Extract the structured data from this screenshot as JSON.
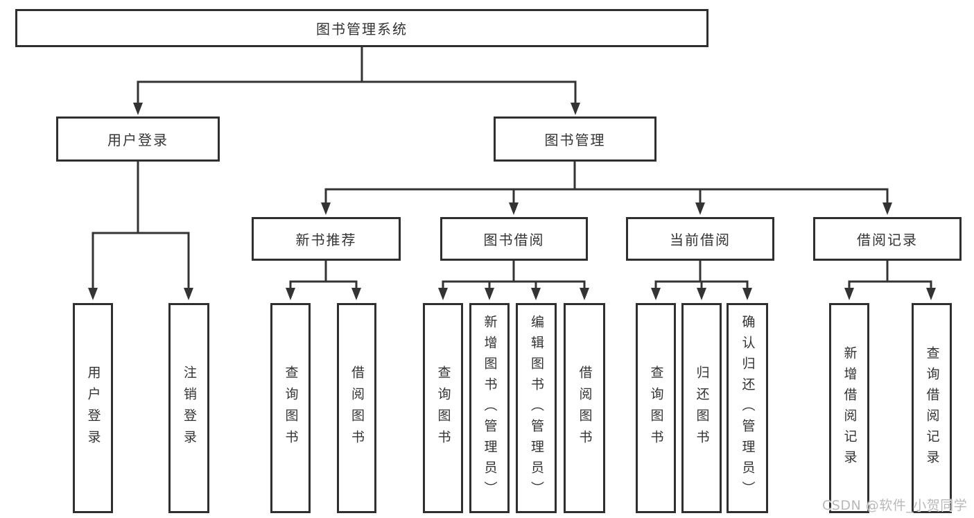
{
  "colors": {
    "line": "#333333",
    "box_border": "#2f2f2f",
    "text": "#333333",
    "watermark": "#b9b9b9",
    "background": "#ffffff"
  },
  "tree": {
    "root": {
      "label": "图书管理系统"
    },
    "children": [
      {
        "label": "用户登录",
        "children": [
          {
            "label": "用户登录"
          },
          {
            "label": "注销登录"
          }
        ]
      },
      {
        "label": "图书管理",
        "children": [
          {
            "label": "新书推荐",
            "children": [
              {
                "label": "查询图书"
              },
              {
                "label": "借阅图书"
              }
            ]
          },
          {
            "label": "图书借阅",
            "children": [
              {
                "label": "查询图书"
              },
              {
                "label": "新增图书（管理员）"
              },
              {
                "label": "编辑图书（管理员）"
              },
              {
                "label": "借阅图书"
              }
            ]
          },
          {
            "label": "当前借阅",
            "children": [
              {
                "label": "查询图书"
              },
              {
                "label": "归还图书"
              },
              {
                "label": "确认归还（管理员）"
              }
            ]
          },
          {
            "label": "借阅记录",
            "children": [
              {
                "label": "新增借阅记录"
              },
              {
                "label": "查询借阅记录"
              }
            ]
          }
        ]
      }
    ]
  },
  "watermark": {
    "text": "CSDN @软件_小贺同学"
  }
}
